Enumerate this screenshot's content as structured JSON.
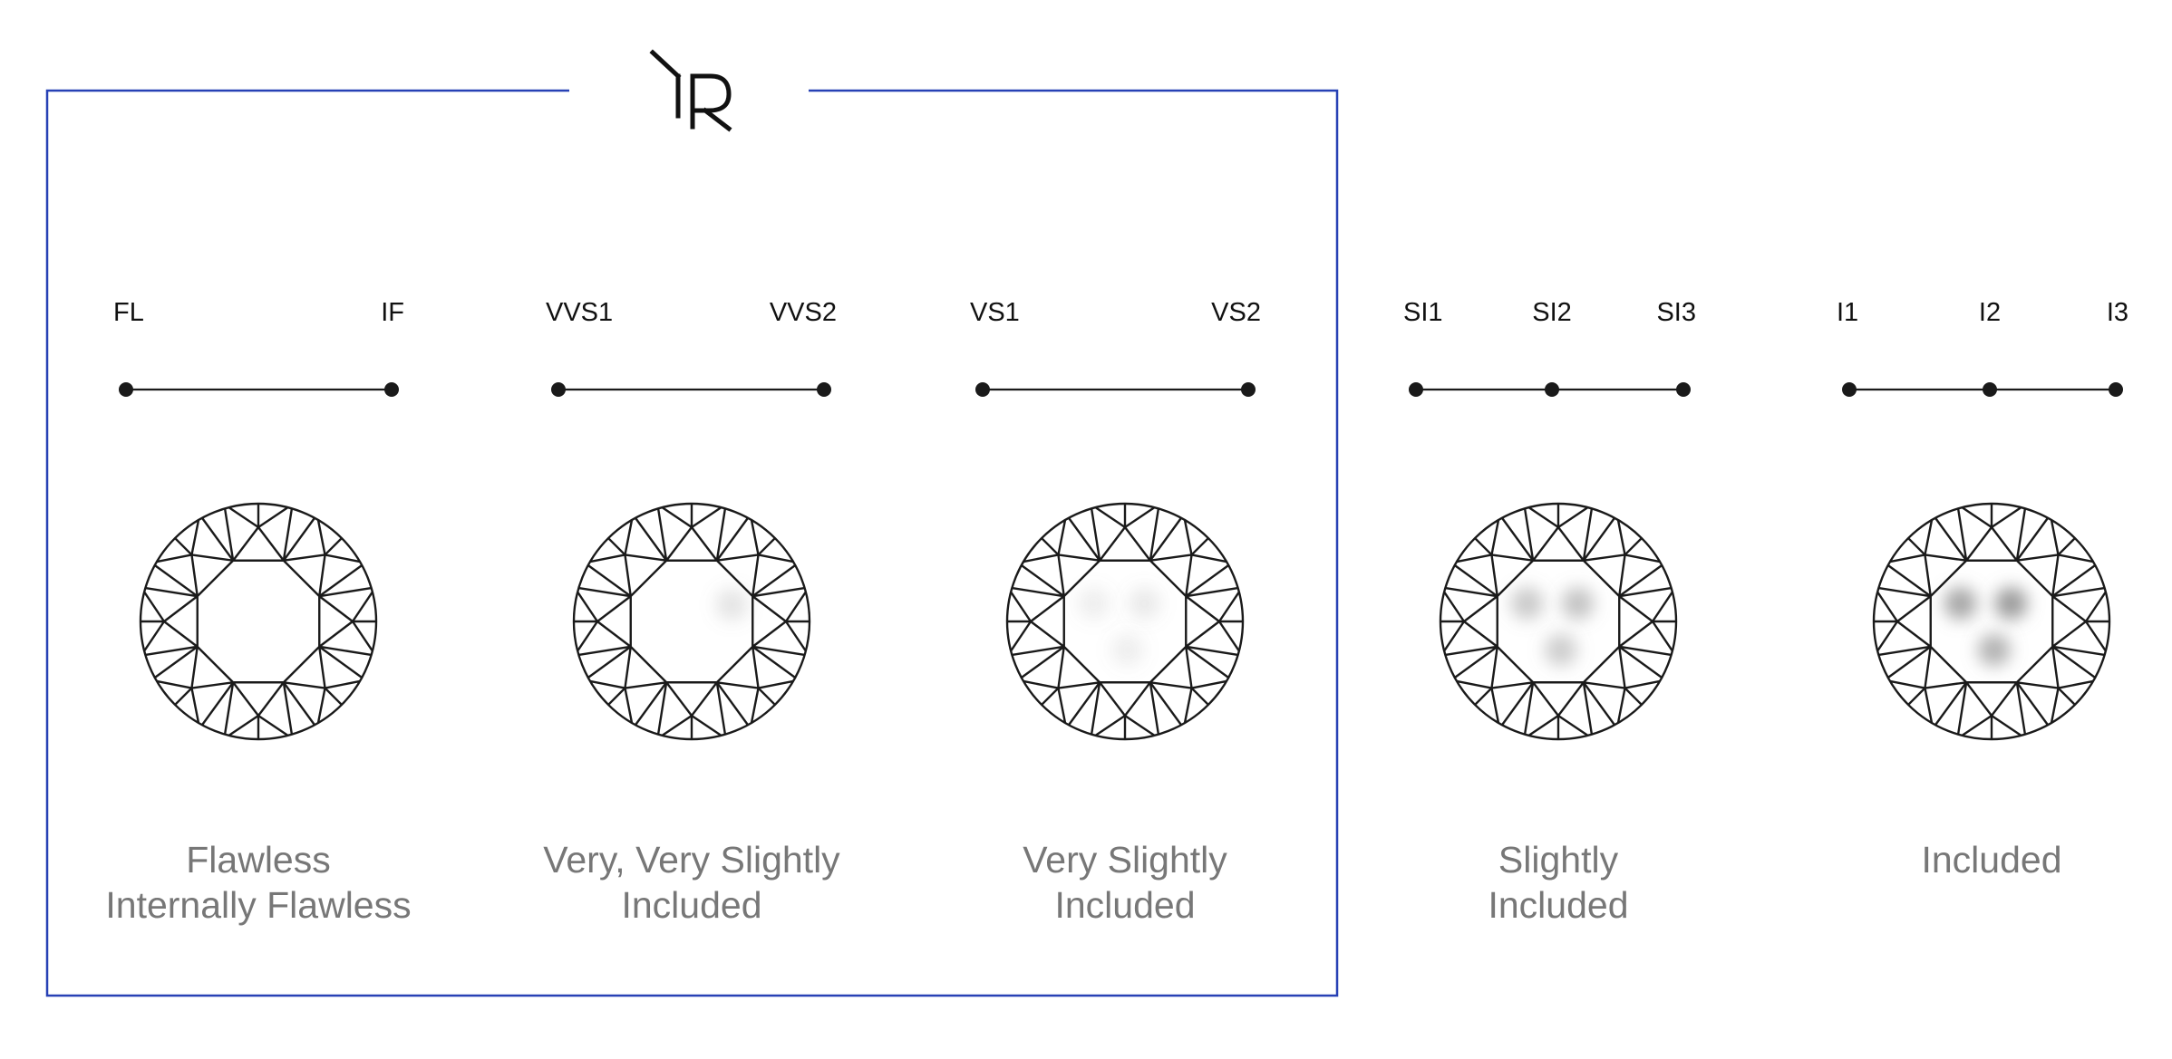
{
  "logo": {
    "text": "YR"
  },
  "colors": {
    "frame": "#2741b5",
    "line": "#1a1a1a",
    "text": "#111111",
    "description": "#777777",
    "inclusion": "#8a8a8a"
  },
  "groups": [
    {
      "id": "flawless",
      "grades": [
        "FL",
        "IF"
      ],
      "description_lines": [
        "Flawless",
        "Internally Flawless"
      ],
      "inclusions": []
    },
    {
      "id": "vvs",
      "grades": [
        "VVS1",
        "VVS2"
      ],
      "description_lines": [
        "Very, Very Slightly",
        "Included"
      ],
      "inclusions": [
        {
          "dx": 0.31,
          "dy": -0.13,
          "opacity": 0.22
        }
      ]
    },
    {
      "id": "vs",
      "grades": [
        "VS1",
        "VS2"
      ],
      "description_lines": [
        "Very Slightly",
        "Included"
      ],
      "inclusions": [
        {
          "dx": -0.24,
          "dy": -0.14,
          "opacity": 0.14
        },
        {
          "dx": 0.15,
          "dy": -0.14,
          "opacity": 0.18
        },
        {
          "dx": 0.02,
          "dy": 0.22,
          "opacity": 0.14
        }
      ]
    },
    {
      "id": "si",
      "grades": [
        "SI1",
        "SI2",
        "SI3"
      ],
      "description_lines": [
        "Slightly",
        "Included"
      ],
      "inclusions": [
        {
          "dx": -0.24,
          "dy": -0.14,
          "opacity": 0.45
        },
        {
          "dx": 0.15,
          "dy": -0.14,
          "opacity": 0.5
        },
        {
          "dx": 0.02,
          "dy": 0.22,
          "opacity": 0.42
        }
      ]
    },
    {
      "id": "included",
      "grades": [
        "I1",
        "I2",
        "I3"
      ],
      "description_lines": [
        "Included"
      ],
      "inclusions": [
        {
          "dx": -0.24,
          "dy": -0.14,
          "opacity": 0.75
        },
        {
          "dx": 0.15,
          "dy": -0.14,
          "opacity": 0.85
        },
        {
          "dx": 0.02,
          "dy": 0.22,
          "opacity": 0.65
        }
      ]
    }
  ]
}
